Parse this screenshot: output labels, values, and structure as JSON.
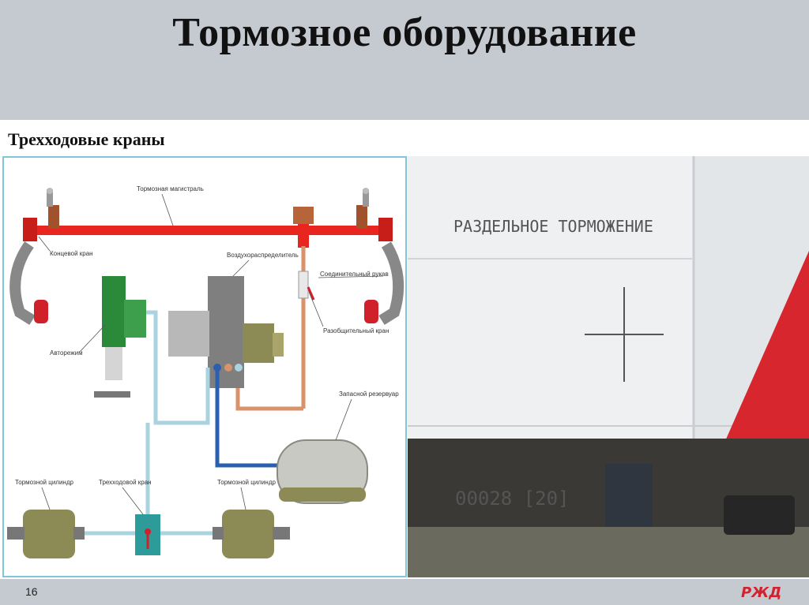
{
  "slide": {
    "title": "Тормозное оборудование",
    "subtitle": "Трехходовые краны",
    "page_number": "16"
  },
  "diagram": {
    "labels": {
      "brake_line": "Тормозная магистраль",
      "end_valve": "Концевой кран",
      "air_distributor": "Воздухораспределитель",
      "connecting_hose": "Соединительный рукав",
      "disconnect_valve": "Разобщительный кран",
      "auto_mode": "Авторежим",
      "reserve_tank": "Запасной резервуар",
      "brake_cylinder_left": "Тормозной цилиндр",
      "three_way_valve": "Трехходовой кран",
      "brake_cylinder_right": "Тормозной цилиндр"
    },
    "colors": {
      "brake_line": "#e8261f",
      "pipe_light": "#a9d3df",
      "pipe_blue": "#2b5fb0",
      "pipe_copper": "#d9926a",
      "cylinder": "#8c8a55",
      "auto_mode": "#2a8a3a"
    }
  },
  "photo": {
    "stencil_text": "РАЗДЕЛЬНОЕ ТОРМОЖЕНИЕ",
    "car_number": "00028 [20]"
  },
  "logo": {
    "text": "РЖД",
    "color": "#d3212d"
  }
}
